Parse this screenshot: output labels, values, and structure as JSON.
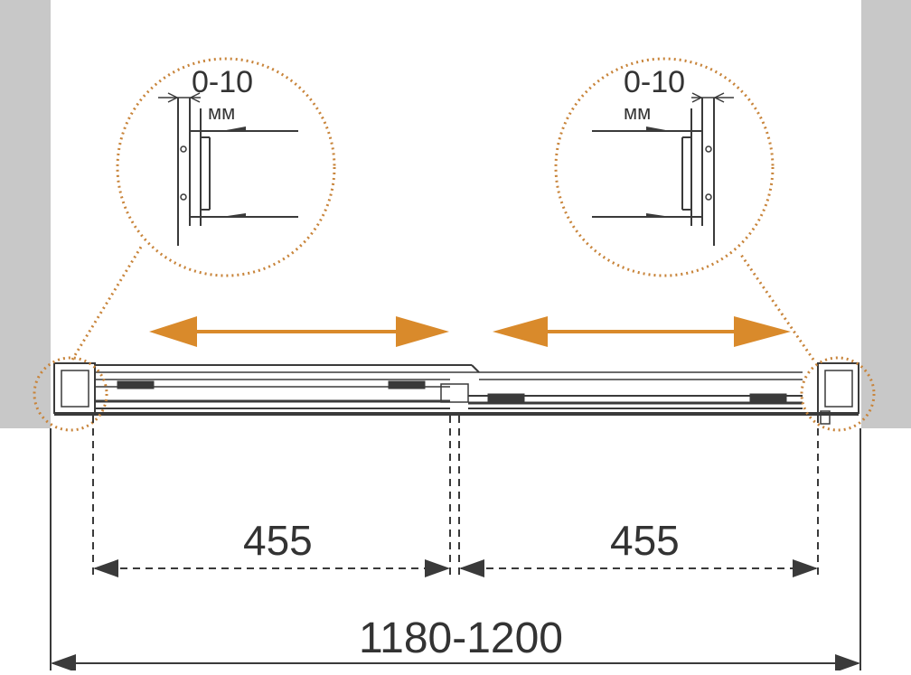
{
  "colors": {
    "wall": "#c8c8c8",
    "accent": "#d98a2b",
    "line": "#3a3a3a",
    "dotted": "#c8843a"
  },
  "detail_left": {
    "range": "0-10",
    "unit": "мм"
  },
  "detail_right": {
    "range": "0-10",
    "unit": "мм"
  },
  "dimensions": {
    "left_panel": "455",
    "right_panel": "455",
    "total": "1180-1200"
  },
  "arrows": {
    "left": "double-headed-slide-arrow",
    "right": "double-headed-slide-arrow"
  }
}
